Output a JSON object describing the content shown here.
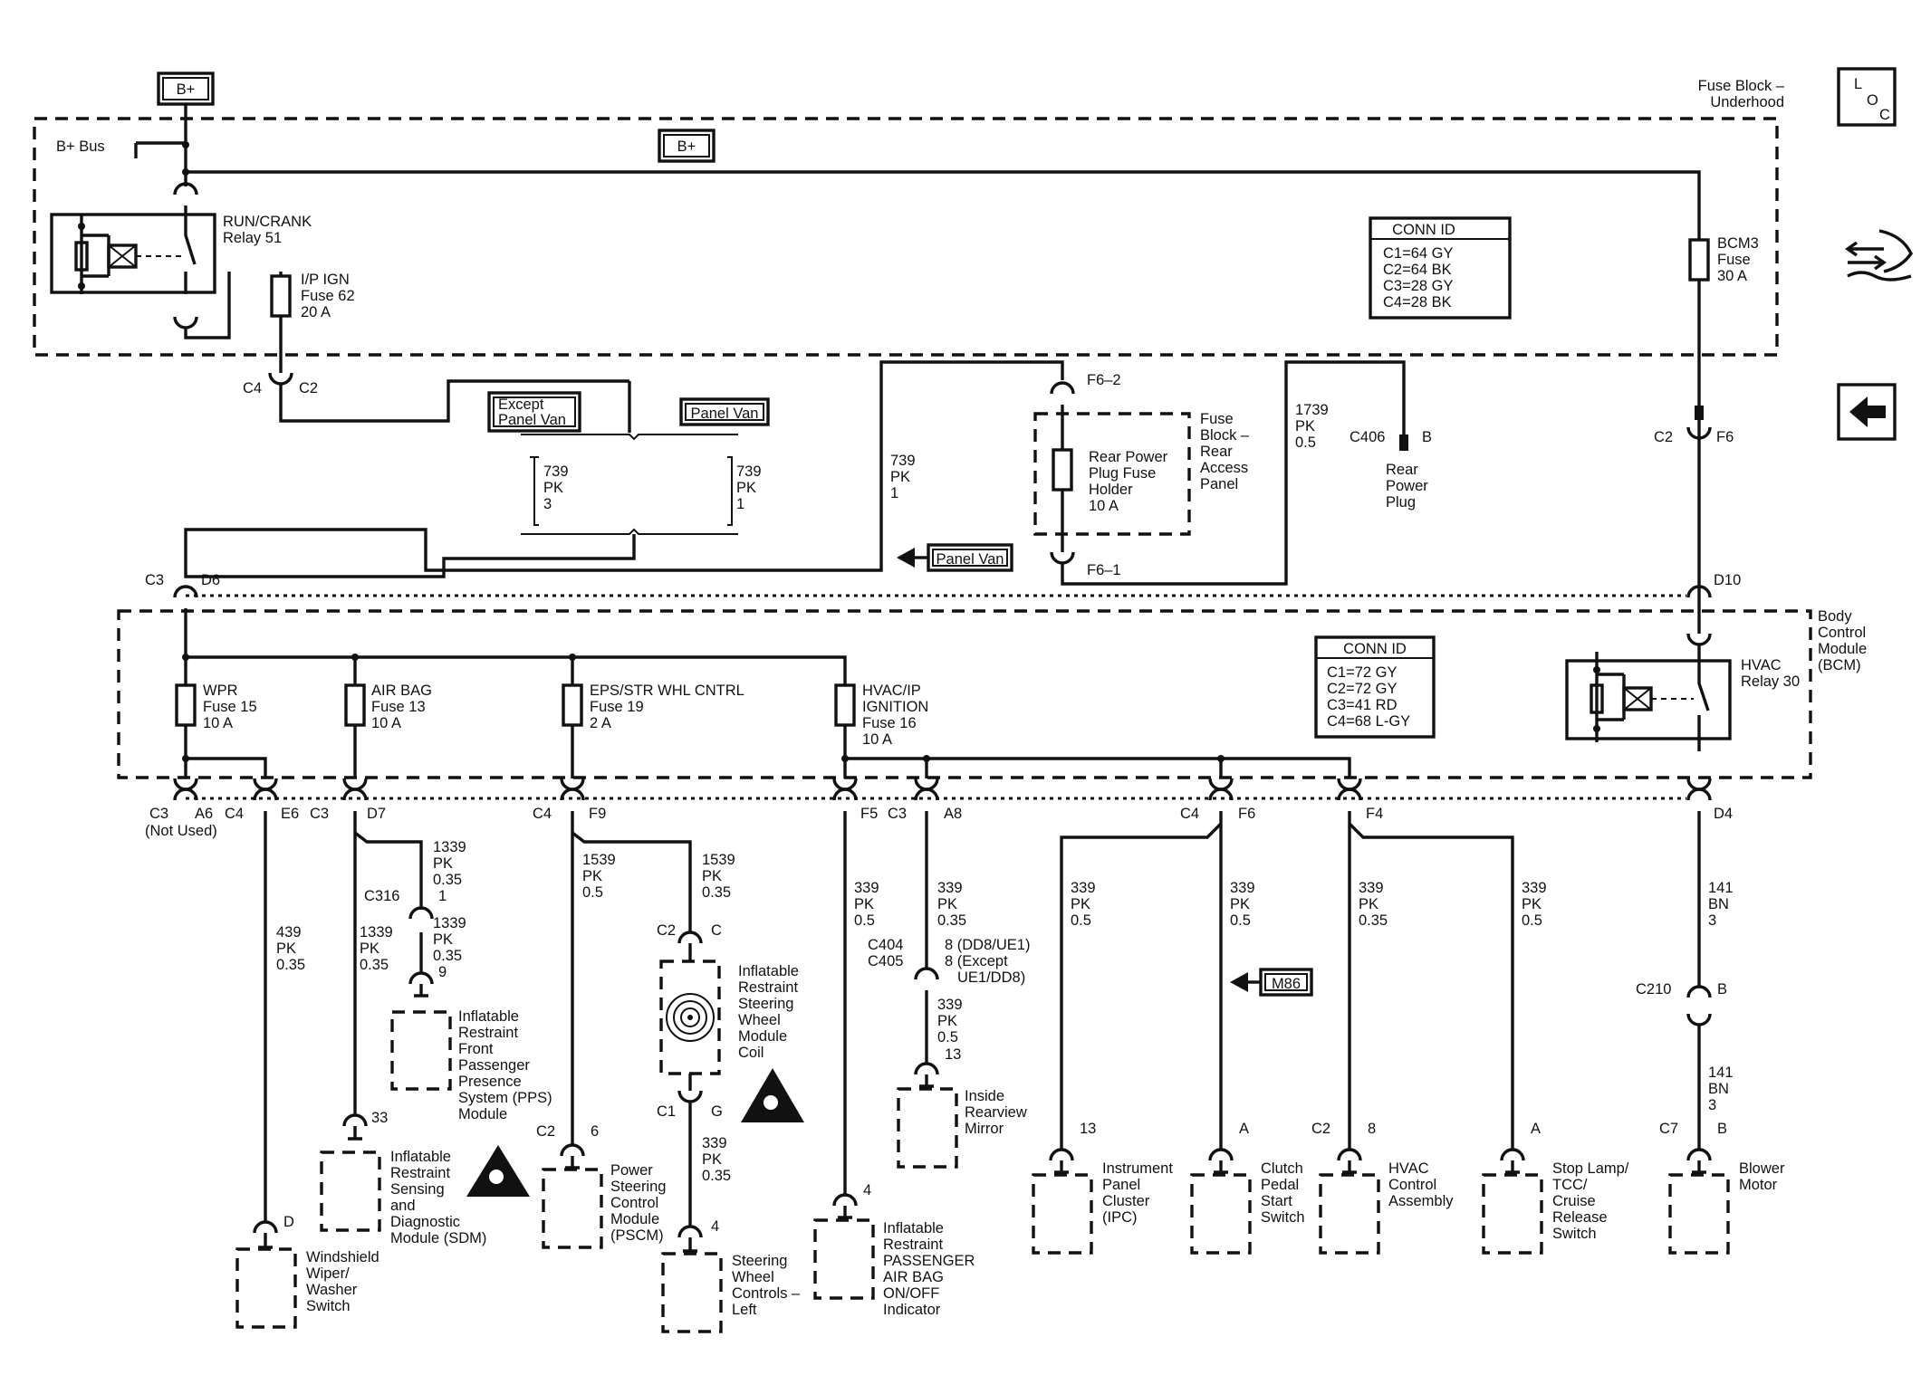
{
  "bplus": "B+",
  "bplus_bus": "B+ Bus",
  "fuse_block_underhood": [
    "Fuse Block –",
    "Underhood"
  ],
  "loc": [
    "L",
    "O",
    "C"
  ],
  "relay51": [
    "RUN/CRANK",
    "Relay 51"
  ],
  "ipign": [
    "I/P IGN",
    "Fuse 62",
    "20 A"
  ],
  "bcm3": [
    "BCM3",
    "Fuse",
    "30 A"
  ],
  "conn1": {
    "title": "CONN ID",
    "lines": [
      "C1=64 GY",
      "C2=64 BK",
      "C3=28 GY",
      "C4=28 BK"
    ]
  },
  "conn2": {
    "title": "CONN ID",
    "lines": [
      "C1=72 GY",
      "C2=72 GY",
      "C3=41 RD",
      "C4=68 L-GY"
    ]
  },
  "c4c2": [
    "C4",
    "C2"
  ],
  "except_panel_van": [
    "Except",
    "Panel Van"
  ],
  "panel_van": "Panel Van",
  "w739_3": [
    "739",
    "PK",
    "3"
  ],
  "w739_1": [
    "739",
    "PK",
    "1"
  ],
  "w739_1b": [
    "739",
    "PK",
    "1"
  ],
  "f62": "F6–2",
  "f61": "F6–1",
  "rear_fuse": [
    "Rear Power",
    "Plug Fuse",
    "Holder",
    "10 A"
  ],
  "fb_rear": [
    "Fuse",
    "Block –",
    "Rear",
    "Access",
    "Panel"
  ],
  "w1739": [
    "1739",
    "PK",
    "0.5"
  ],
  "c406": "C406",
  "c406b": "B",
  "rear_plug": [
    "Rear",
    "Power",
    "Plug"
  ],
  "c2f6": [
    "C2",
    "F6"
  ],
  "c3d6": [
    "C3",
    "D6"
  ],
  "d10": "D10",
  "bcm_label": [
    "Body",
    "Control",
    "Module",
    "(BCM)"
  ],
  "hvac_relay": [
    "HVAC",
    "Relay 30"
  ],
  "fuse15": [
    "WPR",
    "Fuse 15",
    "10 A"
  ],
  "fuse13": [
    "AIR BAG",
    "Fuse 13",
    "10 A"
  ],
  "fuse19": [
    "EPS/STR WHL CNTRL",
    "Fuse 19",
    "2 A"
  ],
  "fuse16": [
    "HVAC/IP",
    "IGNITION",
    "Fuse 16",
    "10 A"
  ],
  "pins": {
    "c3": "C3",
    "a6": "A6",
    "not_used": "(Not Used)",
    "c4a": "C4",
    "e6": "E6",
    "c3b": "C3",
    "d7": "D7",
    "c4b": "C4",
    "f9": "F9",
    "f5": "F5",
    "c3c": "C3",
    "a8": "A8",
    "c4c": "C4",
    "f6": "F6",
    "f4": "F4",
    "d4": "D4"
  },
  "w439": [
    "439",
    "PK",
    "0.35"
  ],
  "w1339a": [
    "1339",
    "PK",
    "0.35",
    "1"
  ],
  "c316": "C316",
  "w1339b": [
    "1339",
    "PK",
    "0.35",
    "9"
  ],
  "w1339c": [
    "1339",
    "PK",
    "0.35"
  ],
  "pps": [
    "Inflatable",
    "Restraint",
    "Front",
    "Passenger",
    "Presence",
    "System (PPS)",
    "Module"
  ],
  "sdm_pin": "33",
  "sdm": [
    "Inflatable",
    "Restraint",
    "Sensing",
    "and",
    "Diagnostic",
    "Module (SDM)"
  ],
  "wiper_pin": "D",
  "wiper": [
    "Windshield",
    "Wiper/",
    "Washer",
    "Switch"
  ],
  "w1539a": [
    "1539",
    "PK",
    "0.5"
  ],
  "w1539b": [
    "1539",
    "PK",
    "0.35"
  ],
  "pscm_pins": [
    "C2",
    "6"
  ],
  "pscm": [
    "Power",
    "Steering",
    "Control",
    "Module",
    "(PSCM)"
  ],
  "coil_c2c": [
    "C2",
    "C"
  ],
  "coil": [
    "Inflatable",
    "Restraint",
    "Steering",
    "Wheel",
    "Module",
    "Coil"
  ],
  "coil_c1g": [
    "C1",
    "G"
  ],
  "w339sw": [
    "339",
    "PK",
    "0.35"
  ],
  "swc_pin": "4",
  "swc": [
    "Steering",
    "Wheel",
    "Controls –",
    "Left"
  ],
  "w339a": [
    "339",
    "PK",
    "0.5"
  ],
  "pai_pin": "4",
  "pai": [
    "Inflatable",
    "Restraint",
    "PASSENGER",
    "AIR BAG",
    "ON/OFF",
    "Indicator"
  ],
  "w339b": [
    "339",
    "PK",
    "0.35"
  ],
  "c404": [
    "C404",
    "C405"
  ],
  "c404_pins": [
    "8 (DD8/UE1)",
    "8 (Except",
    "UE1/DD8)"
  ],
  "w339c": [
    "339",
    "PK",
    "0.5",
    "13"
  ],
  "mirror": [
    "Inside",
    "Rearview",
    "Mirror"
  ],
  "w339d": [
    "339",
    "PK",
    "0.5"
  ],
  "ipc_pin": "13",
  "ipc": [
    "Instrument",
    "Panel",
    "Cluster",
    "(IPC)"
  ],
  "w339e": [
    "339",
    "PK",
    "0.5"
  ],
  "m86": "M86",
  "cpss_pin": "A",
  "cpss": [
    "Clutch",
    "Pedal",
    "Start",
    "Switch"
  ],
  "w339f": [
    "339",
    "PK",
    "0.35"
  ],
  "hvac_pins": [
    "C2",
    "8"
  ],
  "hvac": [
    "HVAC",
    "Control",
    "Assembly"
  ],
  "w339g": [
    "339",
    "PK",
    "0.5"
  ],
  "stop_pin": "A",
  "stop": [
    "Stop Lamp/",
    "TCC/",
    "Cruise",
    "Release",
    "Switch"
  ],
  "w141a": [
    "141",
    "BN",
    "3"
  ],
  "c210": [
    "C210",
    "B"
  ],
  "w141b": [
    "141",
    "BN",
    "3"
  ],
  "blower_pins": [
    "C7",
    "B"
  ],
  "blower": [
    "Blower",
    "Motor"
  ]
}
